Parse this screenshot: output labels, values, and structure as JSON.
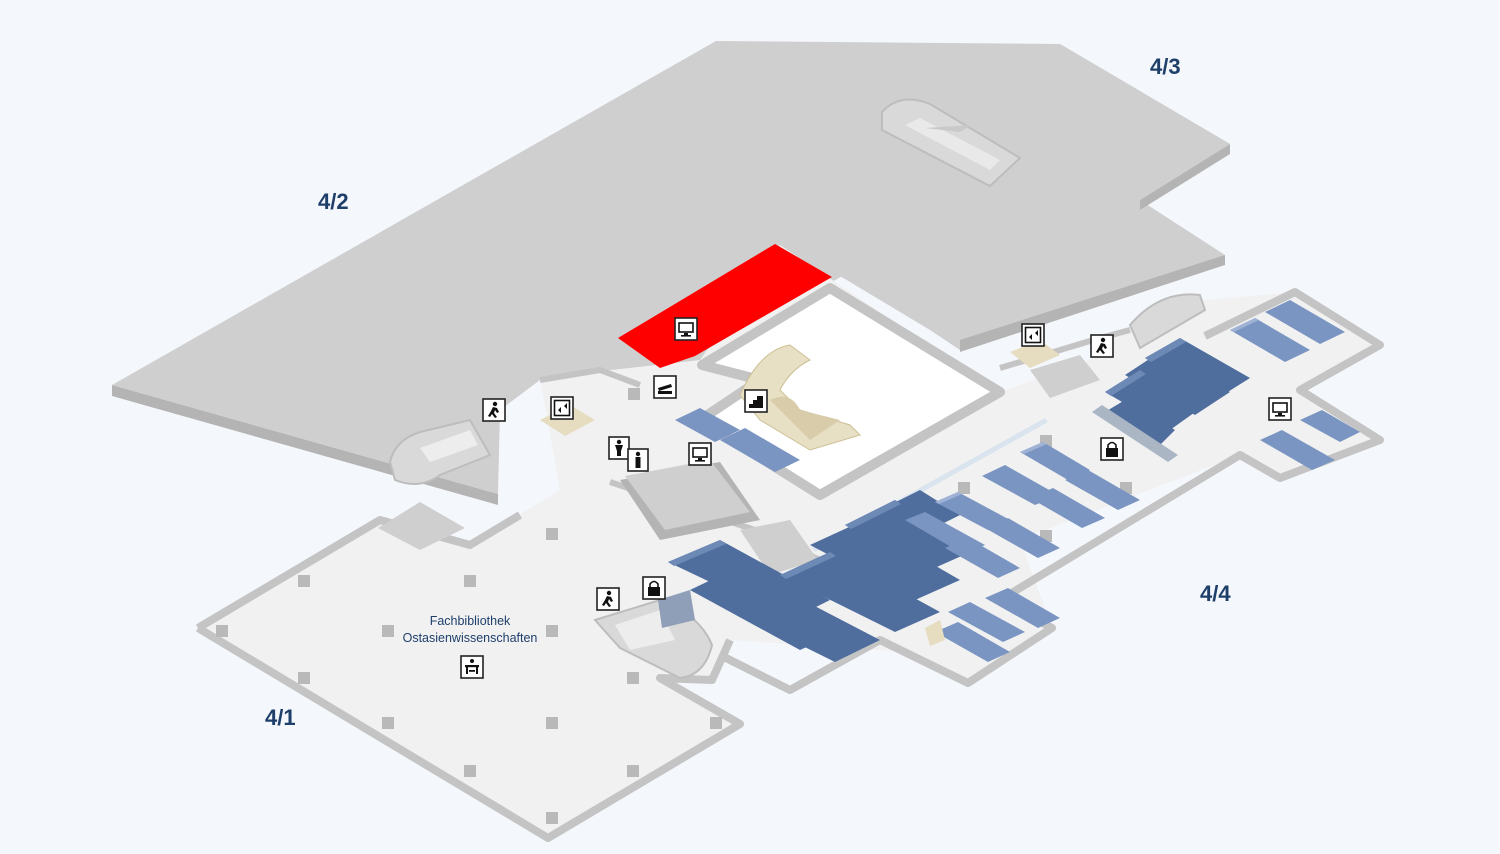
{
  "zones": {
    "z41": "4/1",
    "z42": "4/2",
    "z43": "4/3",
    "z44": "4/4"
  },
  "rooms": {
    "library_line1": "Fachbibliothek",
    "library_line2": "Ostasienwissenschaften"
  },
  "highlight": {
    "color": "#ff0000"
  },
  "icons": [
    "computer-icon",
    "scanner-icon",
    "stairs-icon",
    "toilet-icon",
    "elevator-icon",
    "emergency-exit-icon",
    "locker-icon",
    "group-workspace-icon"
  ]
}
